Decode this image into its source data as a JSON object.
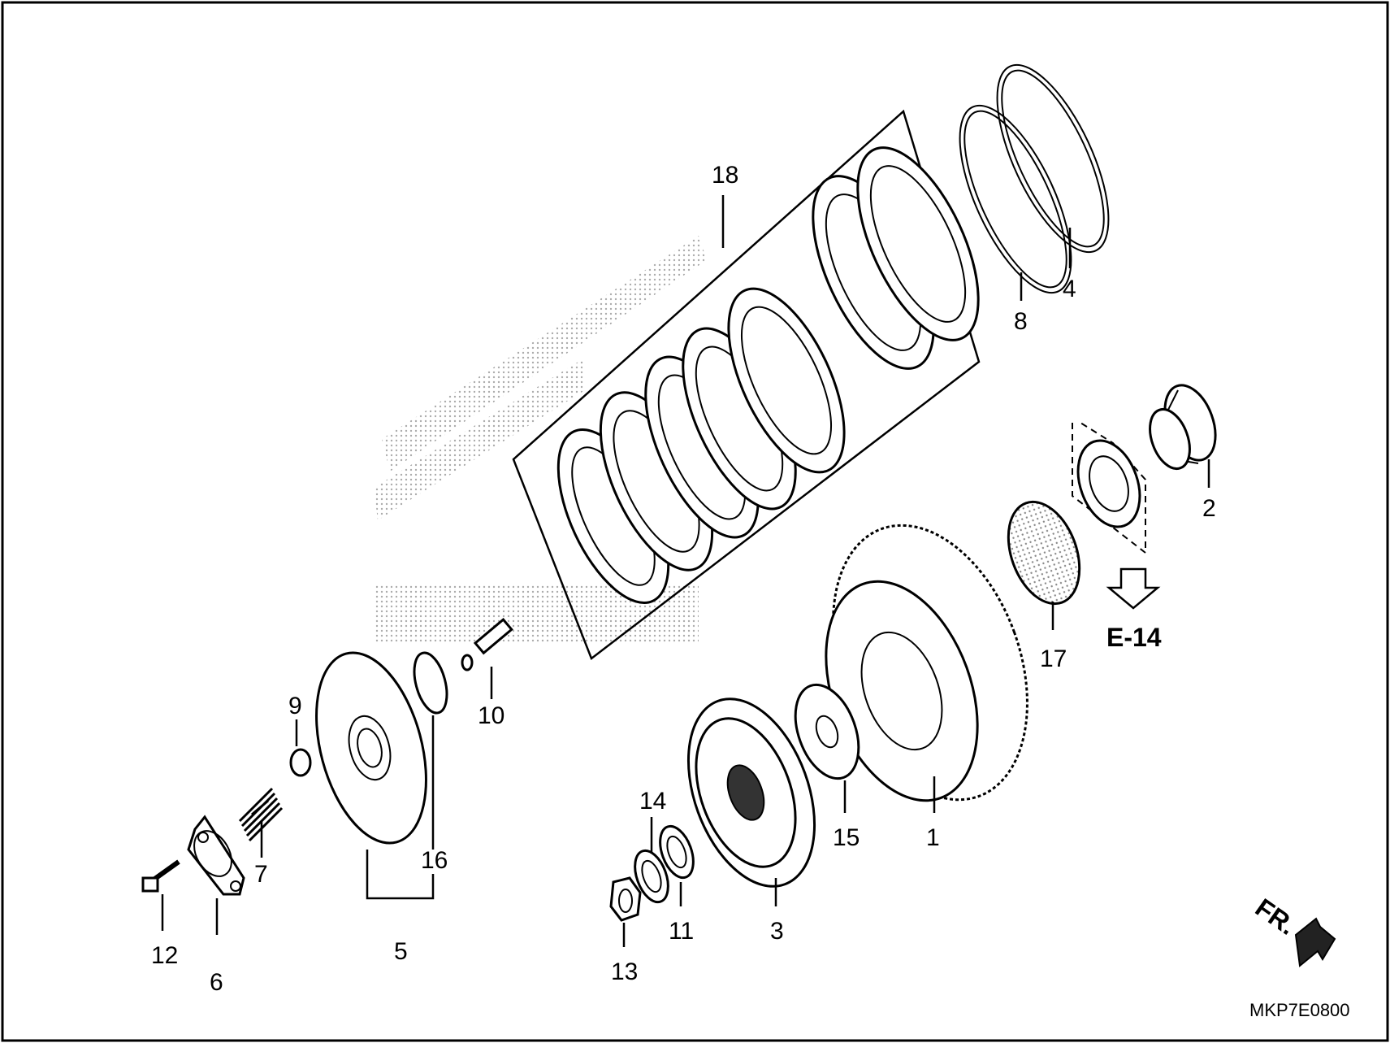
{
  "labels": {
    "p1": "1",
    "p2": "2",
    "p3": "3",
    "p4": "4",
    "p5": "5",
    "p6": "6",
    "p7": "7",
    "p8": "8",
    "p9": "9",
    "p10": "10",
    "p11": "11",
    "p12": "12",
    "p13": "13",
    "p14": "14",
    "p15": "15",
    "p16": "16",
    "p17": "17",
    "p18": "18"
  },
  "reference": "E-14",
  "direction": "FR.",
  "drawing_code": "MKP7E0800"
}
